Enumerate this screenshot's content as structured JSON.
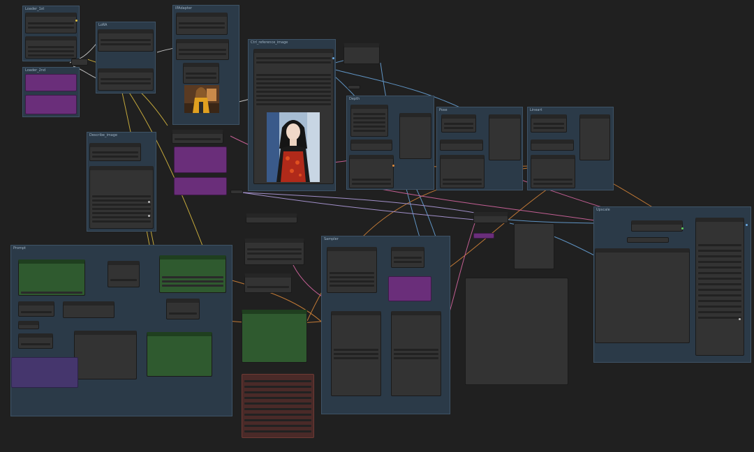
{
  "app": {
    "name": "ComfyUI node graph"
  },
  "groups": {
    "loader_top": "Loader_1st",
    "loader_bottom": "Loader_2nd",
    "lora": "LoRA",
    "ipadapter": "IPAdapter",
    "load_image": "Ctrl_reference_image",
    "describe": "Describe_image",
    "depth": "Depth",
    "pose": "Pose",
    "lineart": "Lineart",
    "prompt": "Prompt",
    "sampler": "Sampler",
    "upscale": "Upscale"
  },
  "images": {
    "small_preview": "woman-in-yellow-jacket-thumbnail",
    "main_preview": "woman-in-red-lace-dress"
  },
  "colors": {
    "background": "#202020",
    "group": "#2b3a48",
    "node": "#333333",
    "green_node": "#2f5a2f",
    "purple_node": "#6a2e7a",
    "lavender_node": "#45366d",
    "red_node": "#4a2a28",
    "link_model": "#e0c040",
    "link_image": "#6aa8e0",
    "link_conditioning": "#e08a3a",
    "link_latent": "#e06aa8",
    "link_clip": "#ddd"
  }
}
